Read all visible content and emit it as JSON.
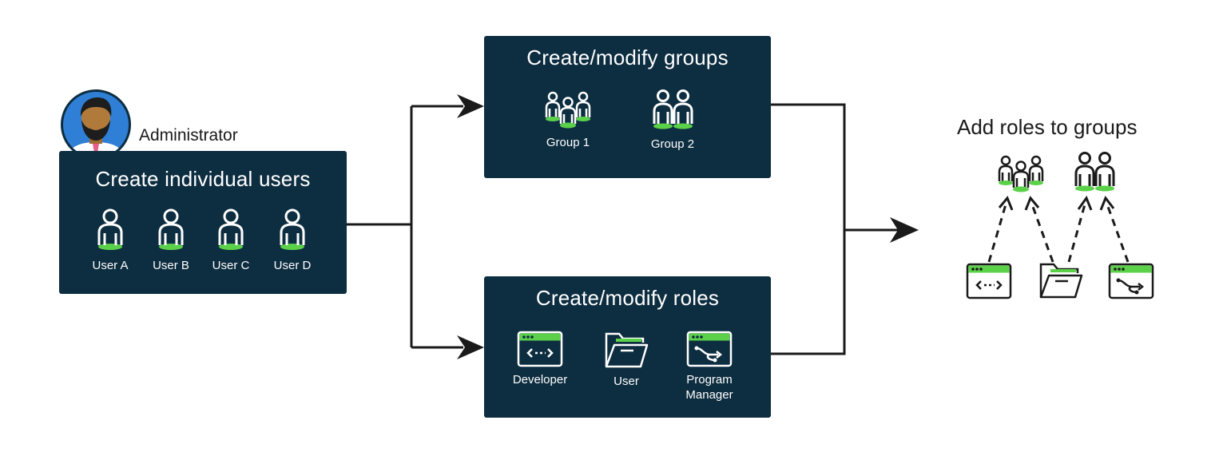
{
  "admin": {
    "label": "Administrator"
  },
  "users_panel": {
    "title": "Create individual users",
    "users": [
      {
        "label": "User A",
        "icon": "user-icon"
      },
      {
        "label": "User B",
        "icon": "user-icon"
      },
      {
        "label": "User C",
        "icon": "user-icon"
      },
      {
        "label": "User D",
        "icon": "user-icon"
      }
    ]
  },
  "groups_panel": {
    "title": "Create/modify groups",
    "groups": [
      {
        "label": "Group 1",
        "icon": "three-people-group-icon"
      },
      {
        "label": "Group 2",
        "icon": "two-people-group-icon"
      }
    ]
  },
  "roles_panel": {
    "title": "Create/modify roles",
    "roles": [
      {
        "label": "Developer",
        "icon": "code-window-icon"
      },
      {
        "label": "User",
        "icon": "folder-icon"
      },
      {
        "label": "Program\nManager",
        "icon": "workflow-window-icon"
      }
    ]
  },
  "result": {
    "title": "Add roles to groups"
  },
  "colors": {
    "panel_bg": "#0d2d40",
    "accent_green": "#5bd14a",
    "line": "#1a1a1a",
    "avatar_ring": "#0d2d40",
    "avatar_bg": "#2f7fd6",
    "skin": "#b07a3a",
    "hair": "#1d1d1d",
    "shirt": "#ffffff",
    "tie": "#e85d8a"
  }
}
